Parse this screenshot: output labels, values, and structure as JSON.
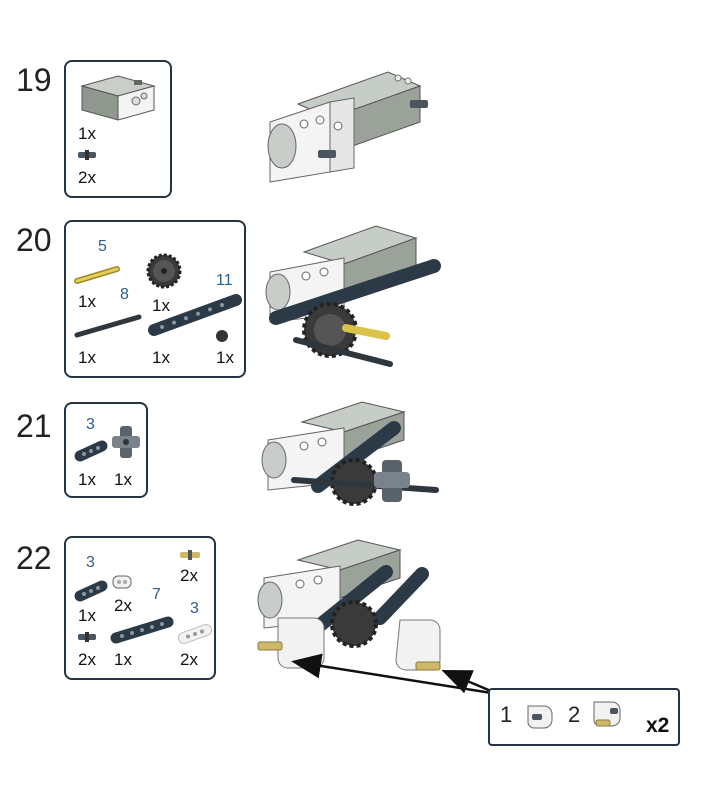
{
  "steps": [
    {
      "number": "19",
      "parts": [
        {
          "qty": "1x"
        },
        {
          "qty": "2x"
        }
      ]
    },
    {
      "number": "20",
      "parts": [
        {
          "len": "5",
          "qty": "1x"
        },
        {
          "qty": "1x"
        },
        {
          "len": "8",
          "qty": "1x"
        },
        {
          "len": "11",
          "qty": "1x"
        },
        {
          "qty": "1x"
        }
      ]
    },
    {
      "number": "21",
      "parts": [
        {
          "len": "3",
          "qty": "1x"
        },
        {
          "qty": "1x"
        }
      ]
    },
    {
      "number": "22",
      "parts": [
        {
          "len": "3",
          "qty": "1x"
        },
        {
          "qty": "2x"
        },
        {
          "qty": "2x"
        },
        {
          "qty": "2x"
        },
        {
          "len": "7",
          "qty": "1x"
        },
        {
          "len": "3",
          "qty": "2x"
        }
      ]
    }
  ],
  "callout": {
    "sub1": "1",
    "sub2": "2",
    "multiplier": "x2"
  },
  "colors": {
    "box_border": "#243442",
    "motor_gray": "#a3aaa3",
    "beam_dark": "#2b3a46",
    "axle_tan": "#d8c98a",
    "gear_dark": "#333333",
    "length_blue": "#2a5f8f"
  }
}
